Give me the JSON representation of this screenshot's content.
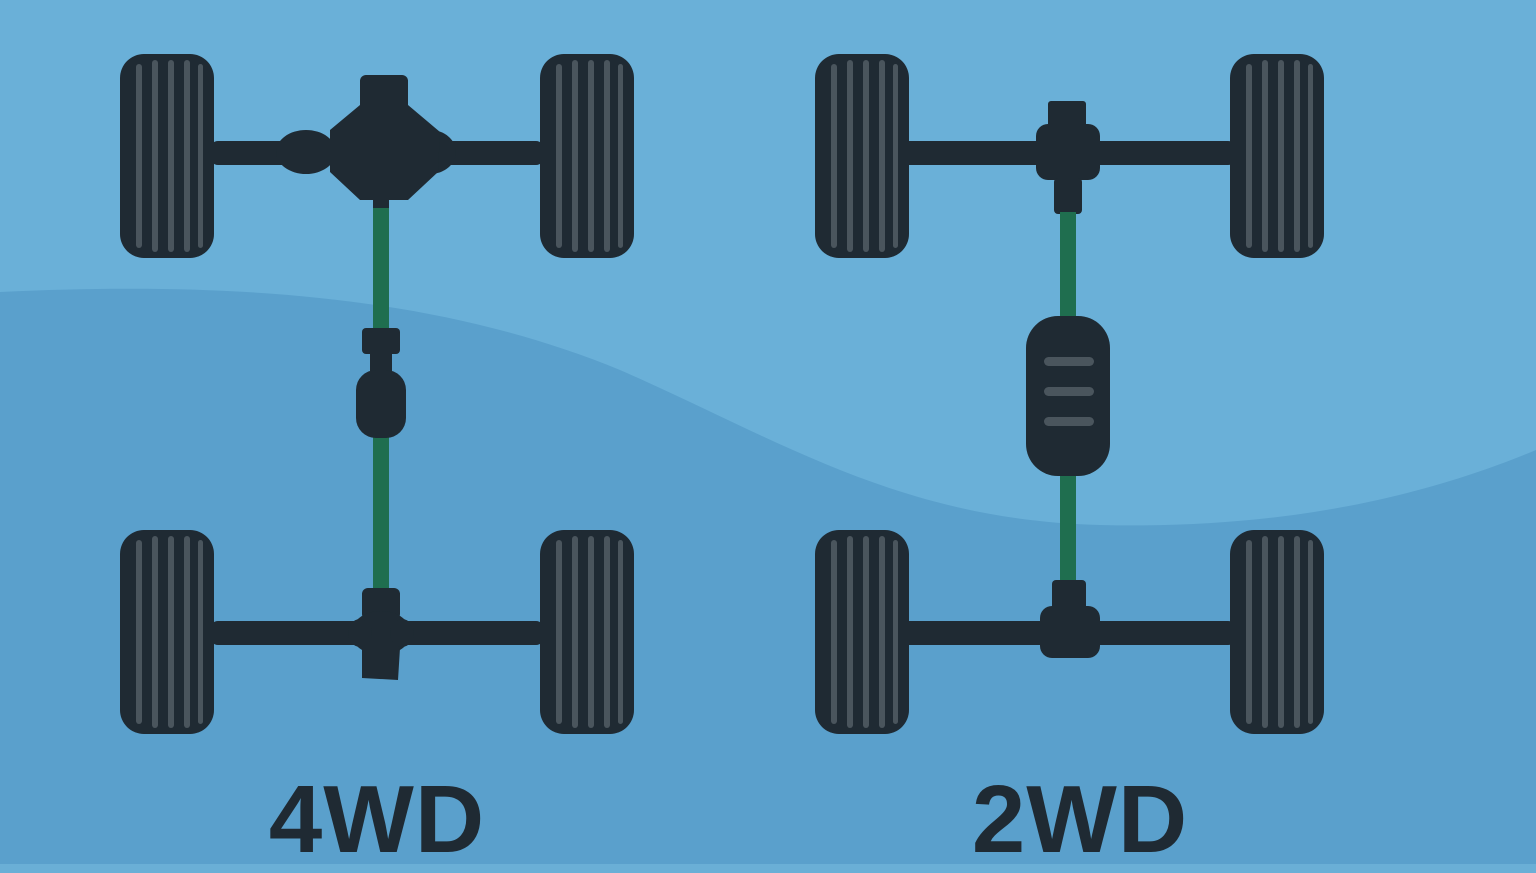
{
  "colors": {
    "sky_light": "#6ab0d8",
    "sky_dark": "#5aa0cc",
    "drivetrain": "#1f2a33",
    "tire": "#1f2a33",
    "tread": "#4a555d",
    "driveshaft": "#1f6e4f",
    "label": "#1f2a33"
  },
  "diagrams": [
    {
      "id": "4wd",
      "label": "4WD",
      "driven_axles": [
        "front",
        "rear"
      ]
    },
    {
      "id": "2wd",
      "label": "2WD",
      "driven_axles": [
        "rear"
      ]
    }
  ]
}
